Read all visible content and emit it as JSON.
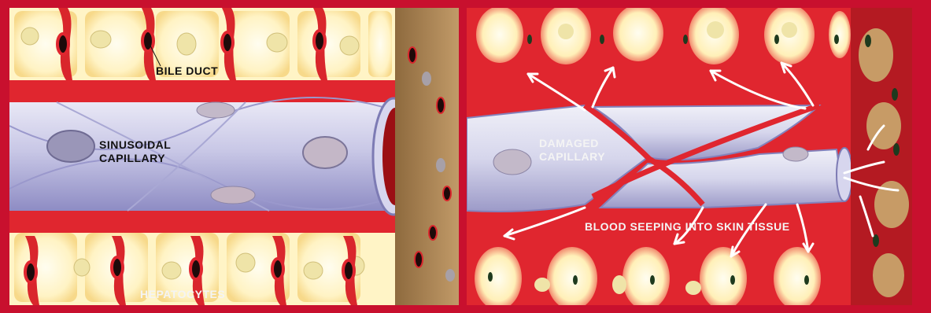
{
  "left_panel": {
    "labels": {
      "bile_duct": "BILE DUCT",
      "sinusoidal_capillary": [
        "SINUSOIDAL",
        "CAPILLARY"
      ],
      "hepatocytes": "HEPATOCYTES"
    }
  },
  "right_panel": {
    "labels": {
      "damaged_capillary": [
        "DAMAGED",
        "CAPILLARY"
      ],
      "blood_seeping": "BLOOD SEEPING INTO SKIN TISSUE"
    }
  },
  "colors": {
    "frame_red": "#c8102e",
    "blood_red": "#e0262f",
    "hepatocyte_cream": "#fff6cc",
    "capillary_lavender": "#c9c9e6",
    "tissue_brown": "#b08a5a"
  }
}
